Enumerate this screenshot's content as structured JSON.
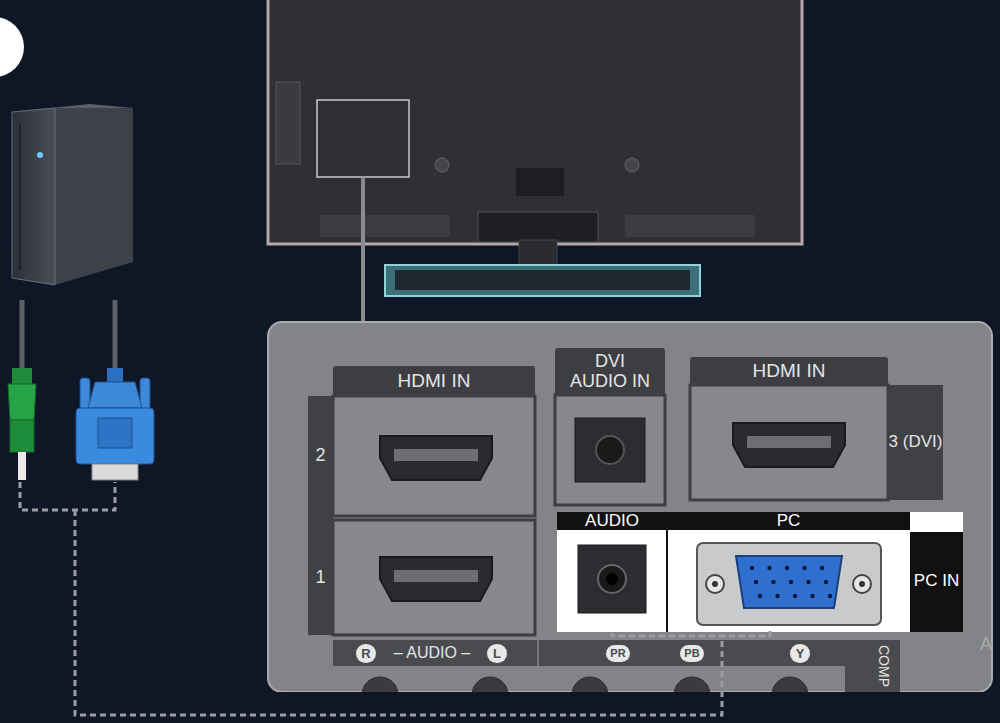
{
  "diagram": {
    "nodes": [
      {
        "text": [
          "HDMI IN"
        ]
      },
      {
        "text": [
          "2"
        ],
        "in": 0
      },
      {
        "text": [
          "1"
        ],
        "in": 0
      },
      {
        "text": [
          "DVI AUDIO IN"
        ]
      },
      {
        "text": [
          "HDMI IN",
          "3 (DVI)"
        ]
      },
      {
        "text": [
          "PC IN"
        ]
      },
      {
        "text": [
          "AUDIO"
        ],
        "in": 5
      },
      {
        "text": [
          "PC"
        ],
        "in": 5
      }
    ],
    "labels": [
      "R",
      "– AUDIO –",
      "L",
      "PR",
      "PB",
      "Y",
      "COMP",
      "A"
    ]
  }
}
